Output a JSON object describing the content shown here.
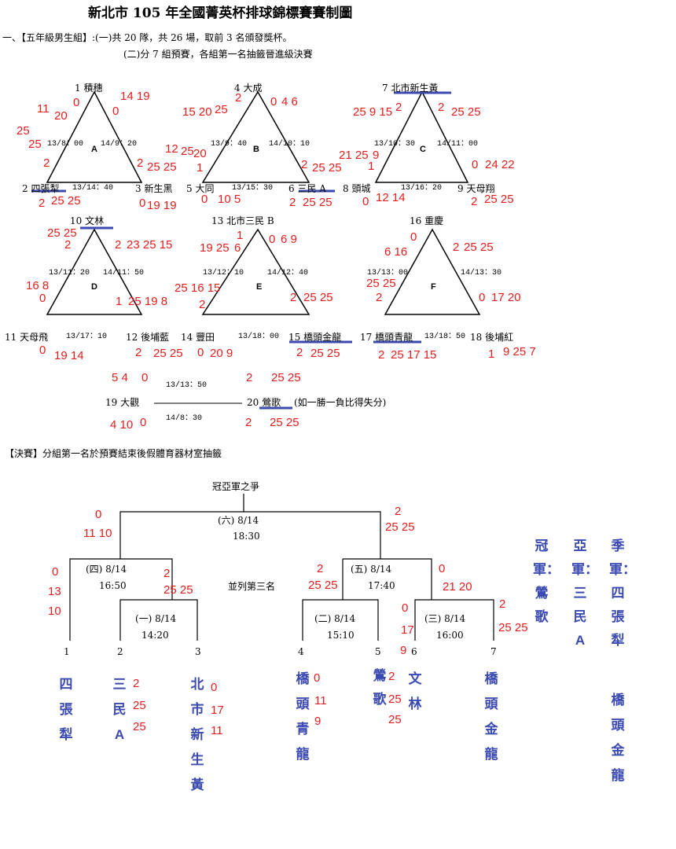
{
  "header": {
    "title": "新北市 105 年全國菁英杯排球錦標賽賽制圖",
    "line1": "一、【五年級男生組】:(一)共 20 隊，共 26 場，取前 3 名頒發獎杯。",
    "line2": "(二)分 7 組預賽，各組第一名抽籤晉進級決賽"
  },
  "groups": {
    "A": {
      "label": "A",
      "teams": [
        "1 積穗",
        "2 四張犁",
        "3 新生黑"
      ],
      "times": [
        "13/8：00",
        "14/9：20",
        "13/14：40"
      ],
      "scores": [
        "11",
        "20",
        "0",
        "0",
        "14 19",
        "25",
        "25",
        "2",
        "2",
        "25 25",
        "2",
        "25 25",
        "0",
        "19 19"
      ]
    },
    "B": {
      "label": "B",
      "teams": [
        "4 大成",
        "5 大同",
        "6 三民 A"
      ],
      "times": [
        "13/9：40",
        "14/10：10",
        "13/15：30"
      ],
      "scores": [
        "15 20",
        "25",
        "2",
        "0",
        "4 6",
        "12",
        "25",
        "20",
        "1",
        "2",
        "25 25",
        "0",
        "10 5",
        "2",
        "25 25"
      ]
    },
    "C": {
      "label": "C",
      "teams": [
        "7 北市新生黃",
        "8 頭城",
        "9 天母翔"
      ],
      "times": [
        "13/10：30",
        "14/11：00",
        "13/16：20"
      ],
      "scores": [
        "25 9 15",
        "2",
        "2",
        "25 25",
        "21 25",
        "9",
        "1",
        "0",
        "24 22",
        "0",
        "12 14",
        "2",
        "25 25"
      ]
    },
    "D": {
      "label": "D",
      "teams": [
        "10 文林",
        "11 天母飛",
        "12 後埔藍"
      ],
      "times": [
        "13/11：20",
        "14/11：50",
        "13/17：10"
      ],
      "scores": [
        "25 25",
        "2",
        "2",
        "23 25 15",
        "16 8",
        "0",
        "1",
        "25 19 8",
        "0",
        "19 14",
        "2",
        "25 25"
      ]
    },
    "E": {
      "label": "E",
      "teams": [
        "13 北市三民 B",
        "14 豐田",
        "15 橋頭金龍"
      ],
      "times": [
        "13/12：10",
        "14/12：40",
        "13/18：00"
      ],
      "scores": [
        "1",
        "0",
        "6 9",
        "19 25",
        "6",
        "25 16 15",
        "2",
        "2",
        "25 25",
        "0",
        "20 9",
        "2",
        "25 25"
      ]
    },
    "F": {
      "label": "F",
      "teams": [
        "16 重慶",
        "17 橋頭青龍",
        "18 後埔紅"
      ],
      "times": [
        "13/13：00",
        "14/13：30",
        "13/18：50"
      ],
      "scores": [
        "0",
        "6 16",
        "2",
        "25 25",
        "25 25",
        "2",
        "0",
        "17 20",
        "2",
        "25 17 15",
        "1",
        "9 25 7"
      ]
    },
    "G": {
      "teams": [
        "19 大觀",
        "20 鶯歌"
      ],
      "note": "(如一勝一負比得失分)",
      "times": [
        "13/13：50",
        "14/8：30"
      ],
      "scores": [
        "5 4",
        "0",
        "2",
        "25 25",
        "4 10",
        "0",
        "2",
        "25 25"
      ]
    }
  },
  "finals": {
    "heading": "【決賽】分組第一名於預賽結束後假體育器材室抽籤",
    "championship": "冠亞軍之爭",
    "third_place": "並列第三名",
    "matches": {
      "m6": [
        "(六) 8/14",
        "18:30"
      ],
      "m4": [
        "(四) 8/14",
        "16:50"
      ],
      "m5": [
        "(五) 8/14",
        "17:40"
      ],
      "m1": [
        "(一) 8/14",
        "14:20"
      ],
      "m2": [
        "(二) 8/14",
        "15:10"
      ],
      "m3": [
        "(三) 8/14",
        "16:00"
      ]
    },
    "slots": [
      "1",
      "2",
      "3",
      "4",
      "5",
      "6",
      "7"
    ],
    "slot_teams": [
      "四張犁",
      "三民A",
      "北市新生黃",
      "橋頭青龍",
      "鶯歌",
      "文林",
      "橋頭金龍"
    ],
    "scores": {
      "m6_left": [
        "0",
        "11 10"
      ],
      "m6_right": [
        "2",
        "25 25"
      ],
      "m4_left": [
        "0",
        "13",
        "10"
      ],
      "m4_right": [
        "2",
        "25 25"
      ],
      "m5_left": [
        "2",
        "25 25"
      ],
      "m5_right": [
        "0",
        "21 20"
      ],
      "m2_left": [
        "0",
        "11",
        "9"
      ],
      "m2_right": [
        "2",
        "25",
        "25"
      ],
      "m3_left": [
        "0",
        "17",
        "9"
      ],
      "m3_right": [
        "2",
        "25 25"
      ],
      "m1_left": [
        "2",
        "25",
        "25"
      ],
      "m1_right": [
        "0",
        "17",
        "11"
      ]
    },
    "results": {
      "champion": "冠軍：鶯歌",
      "runner_up": "亞軍：三民A",
      "third": "季軍：四張犁",
      "third_2": "橋頭金龍"
    }
  }
}
